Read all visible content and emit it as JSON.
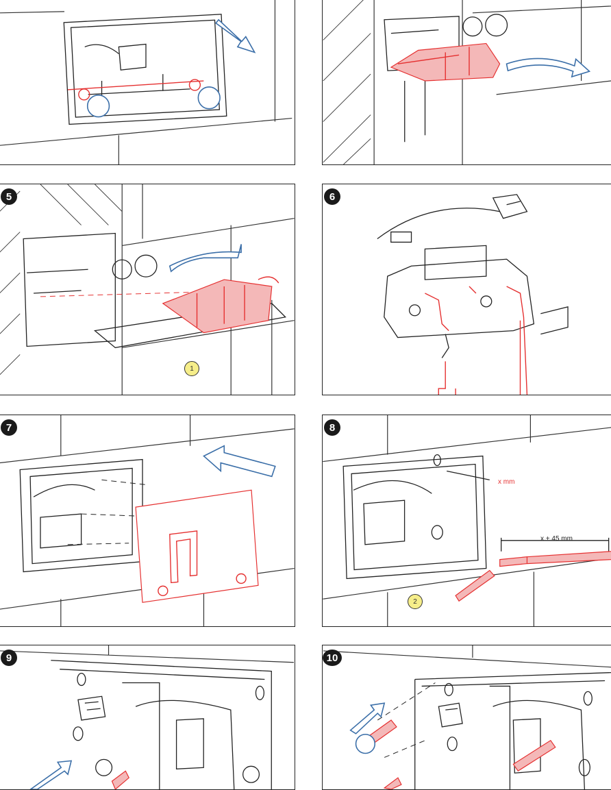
{
  "panels": [
    {
      "number": "",
      "callout": ""
    },
    {
      "number": "",
      "callout": ""
    },
    {
      "number": "5",
      "callout": "1"
    },
    {
      "number": "6",
      "callout": ""
    },
    {
      "number": "7",
      "callout": ""
    },
    {
      "number": "8",
      "callout": "2"
    },
    {
      "number": "9",
      "callout": ""
    },
    {
      "number": "10",
      "callout": ""
    }
  ],
  "dimensions": {
    "x_mm": "x mm",
    "x_plus_45": "x + 45 mm"
  },
  "colors": {
    "part_highlight": "#e53030",
    "motion_arrow": "#3a6ea8",
    "callout_fill": "#f6ee8a",
    "line": "#222222"
  },
  "icons": [
    "pull-out-arrow-icon",
    "rotate-arrow-icon",
    "push-in-arrow-icon",
    "screw-icon",
    "wall-plug-icon"
  ]
}
